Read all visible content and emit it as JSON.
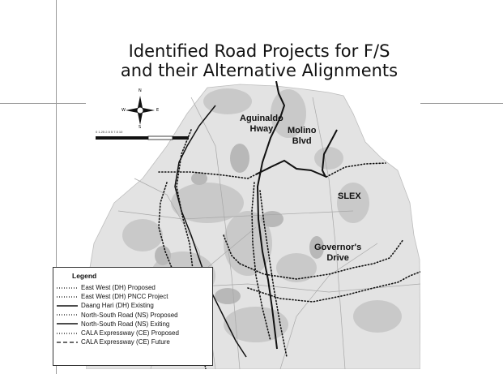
{
  "title": {
    "line1": "Identified Road Projects for F/S",
    "line2": "and their Alternative Alignments"
  },
  "labels": {
    "aguinaldo": "Aguinaldo\nHway",
    "molino": "Molino\nBlvd",
    "slex": "SLEX",
    "governors": "Governor's\nDrive"
  },
  "compass": {
    "n": "N",
    "s": "S",
    "e": "E",
    "w": "W"
  },
  "legend": {
    "title": "Legend",
    "items": [
      {
        "label": "East West (DH) Proposed",
        "line_style": "dotted"
      },
      {
        "label": "East West (DH) PNCC Project",
        "line_style": "dotted"
      },
      {
        "label": "Daang Hari (DH) Existing",
        "line_style": "solid"
      },
      {
        "label": "North-South Road (NS) Proposed",
        "line_style": "dotted"
      },
      {
        "label": "North-South Road (NS) Exiting",
        "line_style": "solid"
      },
      {
        "label": "CALA Expressway (CE) Proposed",
        "line_style": "dotted"
      },
      {
        "label": "CALA Expressway (CE) Future",
        "line_style": "dashed"
      }
    ]
  },
  "colors": {
    "map_fill": "#dedede",
    "road_line": "#111111",
    "background": "#ffffff"
  }
}
